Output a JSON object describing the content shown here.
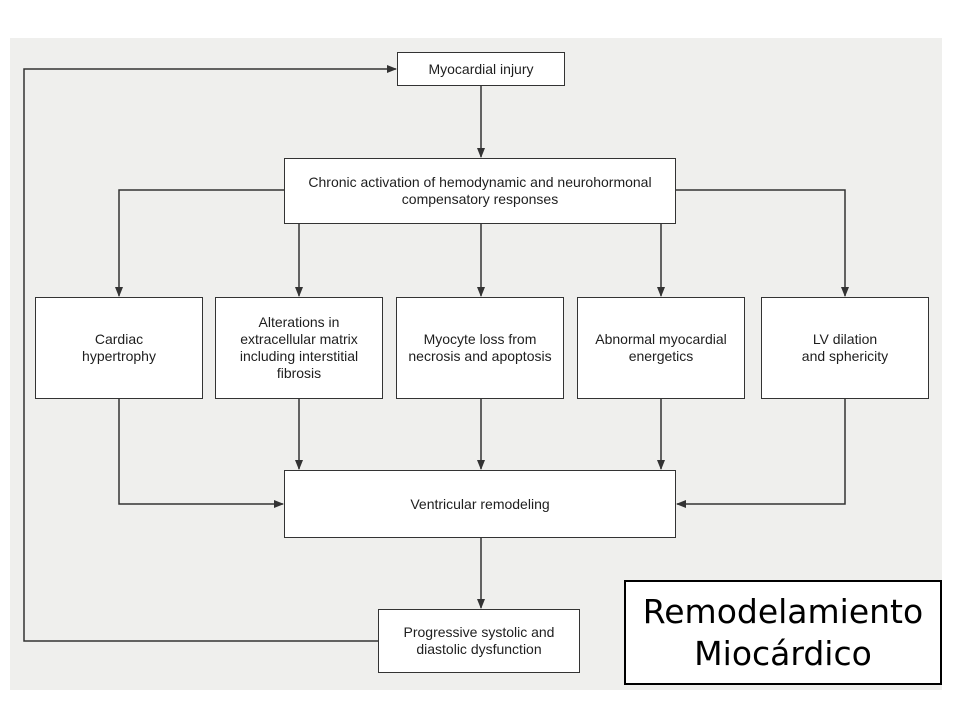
{
  "diagram": {
    "nodes": {
      "injury": "Myocardial injury",
      "activation": "Chronic activation of hemodynamic and neurohormonal\ncompensatory responses",
      "hypertrophy": "Cardiac\nhypertrophy",
      "matrix": "Alterations in\nextracellular matrix\nincluding interstitial\nfibrosis",
      "myocyte": "Myocyte loss from\nnecrosis and apoptosis",
      "energetics": "Abnormal myocardial\nenergetics",
      "dilation": "LV dilation\nand sphericity",
      "remodeling": "Ventricular remodeling",
      "dysfunction": "Progressive systolic and\ndiastolic dysfunction"
    },
    "edges": [
      [
        "injury",
        "activation"
      ],
      [
        "activation",
        "hypertrophy"
      ],
      [
        "activation",
        "matrix"
      ],
      [
        "activation",
        "myocyte"
      ],
      [
        "activation",
        "energetics"
      ],
      [
        "activation",
        "dilation"
      ],
      [
        "hypertrophy",
        "remodeling"
      ],
      [
        "matrix",
        "remodeling"
      ],
      [
        "myocyte",
        "remodeling"
      ],
      [
        "energetics",
        "remodeling"
      ],
      [
        "dilation",
        "remodeling"
      ],
      [
        "remodeling",
        "dysfunction"
      ],
      [
        "dysfunction",
        "injury"
      ]
    ]
  },
  "caption": "Remodelamiento\nMiocárdico",
  "colors": {
    "panel": "#efefed",
    "line": "#333333",
    "box": "#ffffff"
  }
}
